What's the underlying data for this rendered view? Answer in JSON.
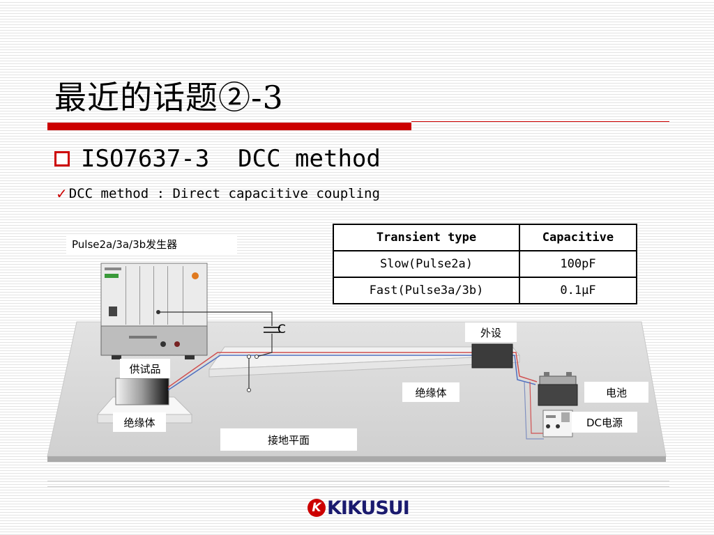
{
  "slide": {
    "title": "最近的话题②-3",
    "bullet": "ISO7637-3  DCC method",
    "sub_bullet": "DCC method : Direct capacitive coupling",
    "check_icon": "checkmark-icon",
    "bullet_icon": "square-bullet-icon"
  },
  "diagram": {
    "generator_label": "Pulse2a/3a/3b发生器",
    "capacitor_label": "C",
    "peripheral_label": "外设",
    "dut_label": "供试品",
    "insulator_center_label": "绝缘体",
    "insulator_left_label": "绝缘体",
    "battery_label": "电池",
    "dc_power_label": "DC电源",
    "ground_plane_label": "接地平面"
  },
  "table": {
    "headers": [
      "Transient type",
      "Capacitive"
    ],
    "rows": [
      [
        "Slow(Pulse2a)",
        "100pF"
      ],
      [
        "Fast(Pulse3a/3b)",
        "0.1μF"
      ]
    ]
  },
  "logo": {
    "mark": "K",
    "text": "KIKUSUI"
  },
  "colors": {
    "accent": "#cc0000",
    "logo_text": "#1a1a6e"
  }
}
